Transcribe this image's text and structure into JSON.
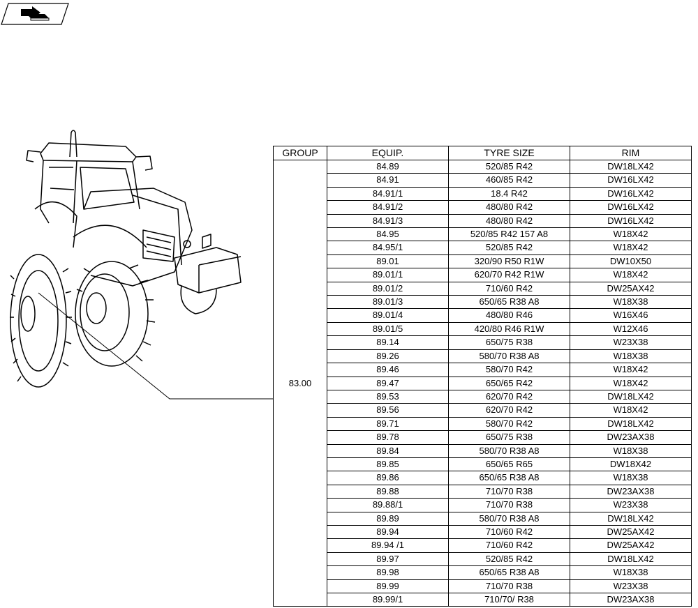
{
  "table": {
    "headers": [
      "GROUP",
      "EQUIP.",
      "TYRE SIZE",
      "RIM"
    ],
    "group": "83.00",
    "rows": [
      [
        "84.89",
        "520/85 R42",
        "DW18LX42"
      ],
      [
        "84.91",
        "460/85 R42",
        "DW16LX42"
      ],
      [
        "84.91/1",
        "18.4 R42",
        "DW16LX42"
      ],
      [
        "84.91/2",
        "480/80 R42",
        "DW16LX42"
      ],
      [
        "84.91/3",
        "480/80 R42",
        "DW16LX42"
      ],
      [
        "84.95",
        "520/85 R42 157 A8",
        "W18X42"
      ],
      [
        "84.95/1",
        "520/85 R42",
        "W18X42"
      ],
      [
        "89.01",
        "320/90 R50 R1W",
        "DW10X50"
      ],
      [
        "89.01/1",
        "620/70 R42 R1W",
        "W18X42"
      ],
      [
        "89.01/2",
        "710/60 R42",
        "DW25AX42"
      ],
      [
        "89.01/3",
        "650/65 R38 A8",
        "W18X38"
      ],
      [
        "89.01/4",
        "480/80 R46",
        "W16X46"
      ],
      [
        "89.01/5",
        "420/80 R46 R1W",
        "W12X46"
      ],
      [
        "89.14",
        "650/75 R38",
        "W23X38"
      ],
      [
        "89.26",
        "580/70 R38 A8",
        "W18X38"
      ],
      [
        "89.46",
        "580/70 R42",
        "W18X42"
      ],
      [
        "89.47",
        "650/65 R42",
        "W18X42"
      ],
      [
        "89.53",
        "620/70 R42",
        "DW18LX42"
      ],
      [
        "89.56",
        "620/70 R42",
        "W18X42"
      ],
      [
        "89.71",
        "580/70 R42",
        "DW18LX42"
      ],
      [
        "89.78",
        "650/75 R38",
        "DW23AX38"
      ],
      [
        "89.84",
        "580/70 R38 A8",
        "W18X38"
      ],
      [
        "89.85",
        "650/65 R65",
        "DW18X42"
      ],
      [
        "89.86",
        "650/65 R38 A8",
        "W18X38"
      ],
      [
        "89.88",
        "710/70 R38",
        "DW23AX38"
      ],
      [
        "89.88/1",
        "710/70 R38",
        "W23X38"
      ],
      [
        "89.89",
        "580/70 R38 A8",
        "DW18LX42"
      ],
      [
        "89.94",
        "710/60 R42",
        "DW25AX42"
      ],
      [
        "89.94 /1",
        "710/60 R42",
        "DW25AX42"
      ],
      [
        "89.97",
        "520/85 R42",
        "DW18LX42"
      ],
      [
        "89.98",
        "650/65 R38 A8",
        "W18X38"
      ],
      [
        "89.99",
        "710/70 R38",
        "W23X38"
      ],
      [
        "89.99/1",
        "710/70/ R38",
        "DW23AX38"
      ]
    ]
  },
  "icons": {
    "nav": "book-arrow-icon",
    "illustration": "tractor-icon"
  }
}
